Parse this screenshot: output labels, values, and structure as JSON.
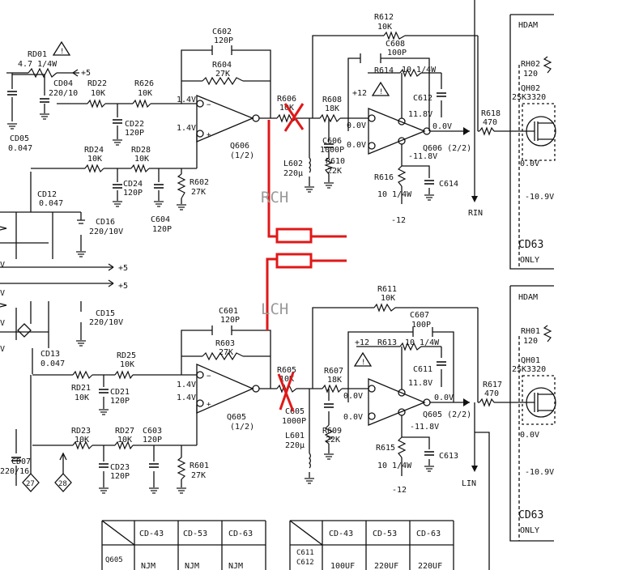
{
  "annotation": {
    "rch": "RCH",
    "lch": "LCH",
    "color": "#e01818"
  },
  "top": {
    "rd01": "RD01",
    "rd01_val": "4.7 1/4W",
    "plus5": "+5",
    "cd04": "CD04",
    "cd04_val": "220/10",
    "cd05": "CD05",
    "cd05_val": "0.047",
    "rd22": "RD22",
    "rd22_val": "10K",
    "r626": "R626",
    "r626_val": "10K",
    "cd22": "CD22",
    "cd22_val": "120P",
    "rd24": "RD24",
    "rd24_val": "10K",
    "rd28": "RD28",
    "rd28_val": "10K",
    "cd24": "CD24",
    "cd24_val": "120P",
    "c604": "C604",
    "c604_val": "120P",
    "r602": "R602",
    "r602_val": "27K",
    "c602": "C602",
    "c602_val": "120P",
    "r604": "R604",
    "r604_val": "27K",
    "v_minus": "1.4V",
    "v_plus": "1.4V",
    "q606": "Q606",
    "q606_part": "(1/2)",
    "r606": "R606",
    "r606_val": "10K",
    "l602": "L602",
    "l602_val": "220μ",
    "r612": "R612",
    "r612_val": "10K",
    "c608": "C608",
    "c608_val": "100P",
    "r614": "R614",
    "r614_val": "10 1/4W",
    "r608": "R608",
    "r608_val": "18K",
    "c612": "C612",
    "v118": "11.8V",
    "plus12": "+12",
    "v00a": "0.0V",
    "c606": "C606",
    "c606_val": "1000P",
    "r610": "R610",
    "r610_val": "22K",
    "v00b": "0.0V",
    "q606b": "Q606 (2/2)",
    "vout": "0.0V",
    "vneg": "-11.8V",
    "r616": "R616",
    "r616_val": "10 1/4W",
    "c614": "C614",
    "minus12": "-12",
    "r618": "R618",
    "r618_val": "470",
    "rin": "RIN"
  },
  "mid": {
    "cd12": "CD12",
    "cd12_val": "0.047",
    "cd16": "CD16",
    "cd16_val": "220/10V",
    "cd15": "CD15",
    "cd15_val": "220/10V",
    "plus5a": "+5",
    "plus5b": "+5",
    "cd13": "CD13",
    "cd13_val": "0.047",
    "v1": "V",
    "v2": "V",
    "v3": "V",
    "v4": "V"
  },
  "bottom": {
    "rd25": "RD25",
    "rd25_val": "10K",
    "rd21": "RD21",
    "rd21_val": "10K",
    "cd21": "CD21",
    "cd21_val": "120P",
    "rd23": "RD23",
    "rd23_val": "10K",
    "rd27": "RD27",
    "rd27_val": "10K",
    "c603": "C603",
    "c603_val": "120P",
    "cd23": "CD23",
    "cd23_val": "120P",
    "r601": "R601",
    "r601_val": "27K",
    "c601": "C601",
    "c601_val": "120P",
    "r603": "R603",
    "r603_val": "27K",
    "v_minus": "1.4V",
    "v_plus": "1.4V",
    "q605": "Q605",
    "q605_part": "(1/2)",
    "r605": "R605",
    "r605_val": "10K",
    "l601": "L601",
    "l601_val": "220μ",
    "c605": "C605",
    "c605_val": "1000P",
    "r611": "R611",
    "r611_val": "10K",
    "c607": "C607",
    "c607_val": "100P",
    "r613": "R613",
    "r613_val": "10 1/4W",
    "plus12": "+12",
    "r607": "R607",
    "r607_val": "18K",
    "c611": "C611",
    "v118": "11.8V",
    "v00a": "0.0V",
    "r609": "R609",
    "r609_val": "22K",
    "v00b": "0.0V",
    "q605b": "Q605 (2/2)",
    "vout": "0.0V",
    "vneg": "-11.8V",
    "r615": "R615",
    "r615_val": "10 1/4W",
    "c613": "C613",
    "minus12": "-12",
    "r617": "R617",
    "r617_val": "470",
    "lin": "LIN",
    "cd07": "CD07",
    "cd07_val": "220/16",
    "node27": "27",
    "node28": "28"
  },
  "hdam_top": {
    "title": "HDAM",
    "rh02": "RH02",
    "rh02_val": "120",
    "qh02": "QH02",
    "part": "2SK3320",
    "v1": "0.0V",
    "v2": "-10.9V",
    "model": "CD63",
    "only": "ONLY"
  },
  "hdam_bot": {
    "title": "HDAM",
    "rh01": "RH01",
    "rh01_val": "120",
    "qh01": "QH01",
    "part": "2SK3320",
    "v1": "0.0V",
    "v2": "-10.9V",
    "model": "CD63",
    "only": "ONLY"
  },
  "table1": {
    "headers": [
      "CD-43",
      "CD-53",
      "CD-63"
    ],
    "row_label": "Q605",
    "cells": [
      "NJM",
      "NJM",
      "NJM"
    ]
  },
  "table2": {
    "headers": [
      "CD-43",
      "CD-53",
      "CD-63"
    ],
    "row_label1": "C611",
    "row_label2": "C612",
    "cells": [
      "100UF",
      "220UF",
      "220UF"
    ]
  }
}
